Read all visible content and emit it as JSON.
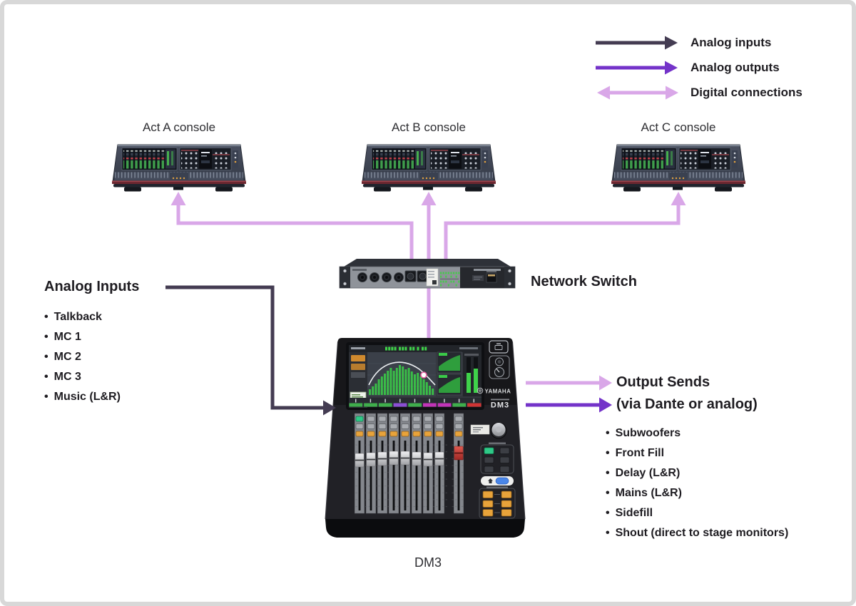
{
  "legend": {
    "items": [
      {
        "label": "Analog inputs"
      },
      {
        "label": "Analog outputs"
      },
      {
        "label": "Digital connections"
      }
    ]
  },
  "colors": {
    "analog_inputs_arrow": "#443C52",
    "analog_outputs_arrow": "#7433C9",
    "digital_arrow": "#D9A7E8",
    "frame": "#D8D8D8"
  },
  "consoles": [
    {
      "label": "Act A console"
    },
    {
      "label": "Act B console"
    },
    {
      "label": "Act C console"
    }
  ],
  "network_switch": {
    "label": "Network Switch"
  },
  "dm3": {
    "caption": "DM3",
    "brand": "YAMAHA",
    "model": "DM3"
  },
  "analog_inputs": {
    "heading": "Analog Inputs",
    "items": [
      "Talkback",
      "MC 1",
      "MC 2",
      "MC 3",
      "Music (L&R)"
    ]
  },
  "output_sends": {
    "heading_line1": "Output Sends",
    "heading_line2": "(via Dante or analog)",
    "items": [
      "Subwoofers",
      "Front Fill",
      "Delay (L&R)",
      "Mains (L&R)",
      "Sidefill",
      "Shout (direct to stage monitors)"
    ]
  }
}
